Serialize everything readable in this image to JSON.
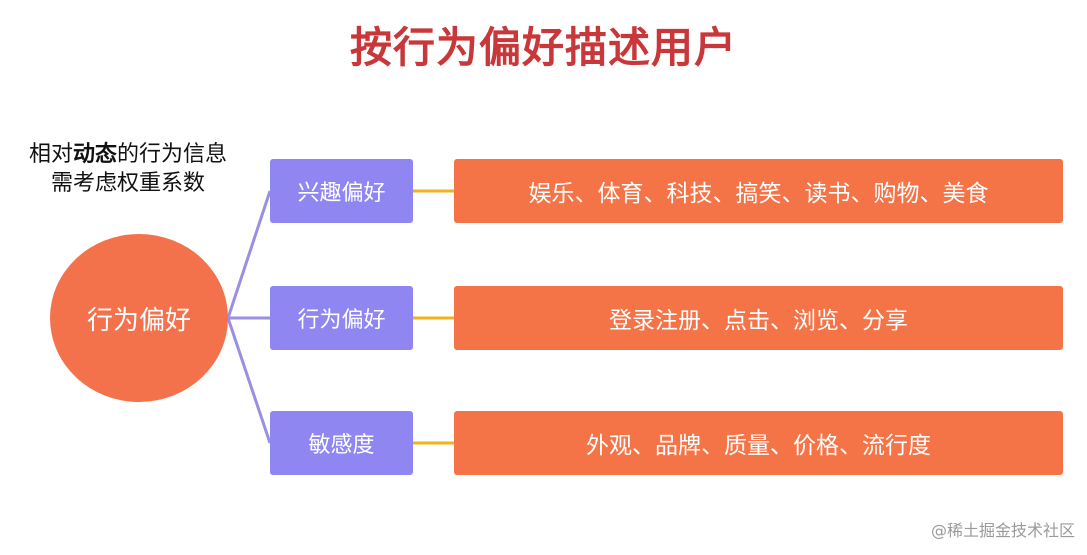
{
  "title": "按行为偏好描述用户",
  "note": {
    "line1_prefix": "相对",
    "line1_strong": "动态",
    "line1_suffix": "的行为信息",
    "line2": "需考虑权重系数"
  },
  "root": {
    "label": "行为偏好"
  },
  "branches": [
    {
      "label": "兴趣偏好",
      "detail": "娱乐、体育、科技、搞笑、读书、购物、美食"
    },
    {
      "label": "行为偏好",
      "detail": "登录注册、点击、浏览、分享"
    },
    {
      "label": "敏感度",
      "detail": "外观、品牌、质量、价格、流行度"
    }
  ],
  "watermark": "@稀土掘金技术社区",
  "colors": {
    "title": "#c8373a",
    "root": "#f4724b",
    "category": "#8f86f2",
    "detail": "#f57447",
    "branch_line": "#9a8fe0",
    "link_line": "#f2b21a"
  }
}
